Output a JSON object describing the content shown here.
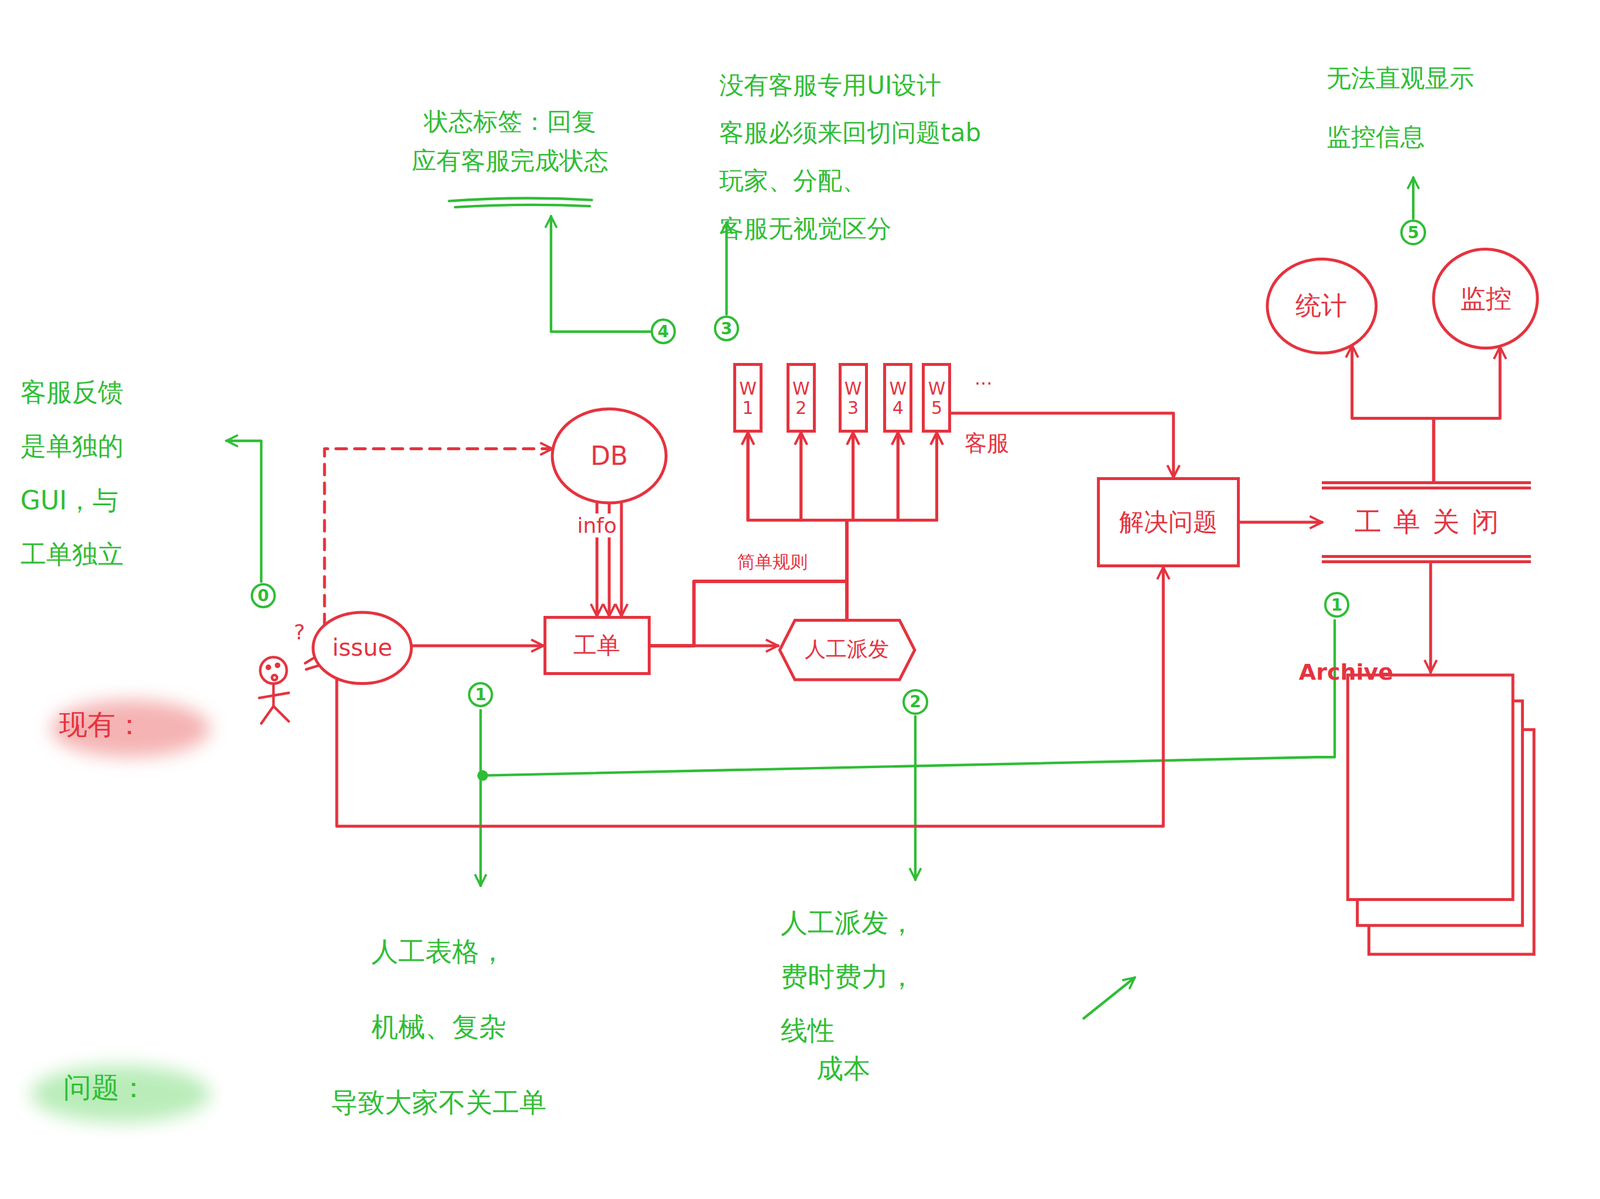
{
  "diagram": {
    "nodes": [
      {
        "text": [
          "issue"
        ]
      },
      {
        "text": [
          "DB"
        ]
      },
      {
        "text": [
          "工单"
        ]
      },
      {
        "text": [
          "人工派发"
        ]
      },
      {
        "text": [
          "W1"
        ]
      },
      {
        "text": [
          "W2"
        ]
      },
      {
        "text": [
          "W3"
        ]
      },
      {
        "text": [
          "W4"
        ]
      },
      {
        "text": [
          "W5"
        ]
      },
      {
        "text": [
          "解决问题"
        ]
      },
      {
        "text": [
          "工单关闭"
        ]
      },
      {
        "text": [
          "Archive"
        ]
      },
      {
        "text": [
          "统计"
        ]
      },
      {
        "text": [
          "监控"
        ]
      }
    ],
    "edges": [
      {
        "from": 0,
        "to": 2,
        "arrow": "to"
      },
      {
        "from": 0,
        "to": 1,
        "arrow": "to"
      },
      {
        "from": 1,
        "to": 2,
        "arrow": "to",
        "label": "info"
      },
      {
        "from": 2,
        "to": 3,
        "arrow": "to"
      },
      {
        "from": 2,
        "to": 4,
        "arrow": "to",
        "label": "简单规则"
      },
      {
        "from": 2,
        "to": 5,
        "arrow": "to"
      },
      {
        "from": 2,
        "to": 6,
        "arrow": "to"
      },
      {
        "from": 2,
        "to": 7,
        "arrow": "to"
      },
      {
        "from": 2,
        "to": 8,
        "arrow": "to"
      },
      {
        "from": 3,
        "to": 4,
        "arrow": "to"
      },
      {
        "from": 3,
        "to": 5,
        "arrow": "to"
      },
      {
        "from": 3,
        "to": 6,
        "arrow": "to"
      },
      {
        "from": 3,
        "to": 7,
        "arrow": "to"
      },
      {
        "from": 3,
        "to": 8,
        "arrow": "to"
      },
      {
        "from": 8,
        "to": 9,
        "arrow": "to"
      },
      {
        "from": 0,
        "to": 9,
        "arrow": "to"
      },
      {
        "from": 9,
        "to": 10,
        "arrow": "to"
      },
      {
        "from": 10,
        "to": 11,
        "arrow": "to"
      },
      {
        "from": 10,
        "to": 12,
        "arrow": "to"
      },
      {
        "from": 10,
        "to": 13,
        "arrow": "to"
      }
    ],
    "labels": [
      "客服反馈 是单独的 GUI，与 工单独立",
      "0",
      "?",
      "现有：",
      "1",
      "2",
      "状态标签：回复 应有客服完成状态",
      "4",
      "3",
      "没有客服专用UI设计 客服必须来回切问题tab 玩家、分配、客服无视觉区分",
      "...",
      "客服",
      "无法直观显示 监控信息",
      "5",
      "1",
      "问题：",
      "人工表格， 机械、复杂 导致大家不关工单",
      "人工派发， 费时费力，线性",
      "成本"
    ]
  }
}
